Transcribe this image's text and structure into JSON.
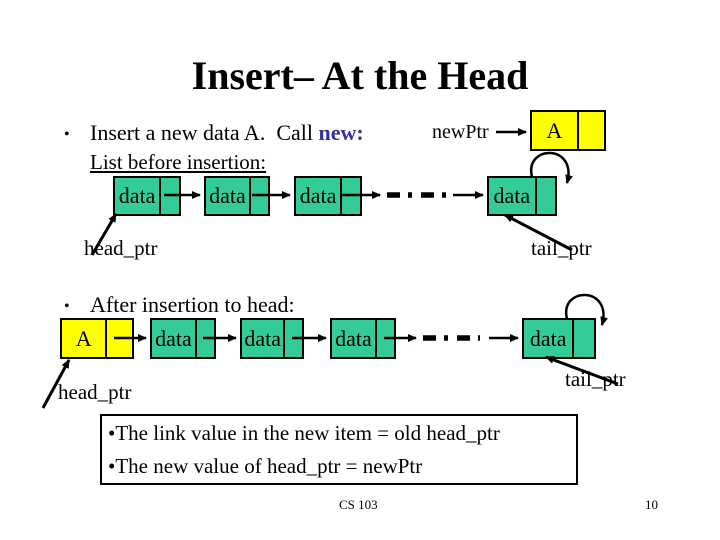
{
  "slide": {
    "title": "Insert– At the Head",
    "footer": {
      "course": "CS 103",
      "page_number": "10"
    }
  },
  "colors": {
    "node_fill_teal": "#33CC99",
    "new_node_fill_yellow": "#FFFF00",
    "keyword_blue": "#333399"
  },
  "bullet1": {
    "bullet": "•",
    "text_before": "Insert a new data A.  Call ",
    "keyword": "new:"
  },
  "before": {
    "new_ptr_label": "newPtr",
    "new_node": {
      "label": "A"
    },
    "caption": "List before insertion:",
    "nodes": [
      {
        "label": "data"
      },
      {
        "label": "data"
      },
      {
        "label": "data"
      },
      {
        "label": "data"
      }
    ],
    "head_ptr_label": "head_ptr",
    "tail_ptr_label": "tail_ptr"
  },
  "bullet2": {
    "bullet": "•",
    "text": "After insertion to head:"
  },
  "after": {
    "new_node": {
      "label": "A"
    },
    "nodes": [
      {
        "label": "data"
      },
      {
        "label": "data"
      },
      {
        "label": "data"
      },
      {
        "label": "data"
      }
    ],
    "head_ptr_label": "head_ptr",
    "tail_ptr_label": "tail_ptr"
  },
  "note_box": {
    "lines": [
      "•The link value in the new item = old head_ptr",
      "•The new value of head_ptr = newPtr"
    ]
  }
}
